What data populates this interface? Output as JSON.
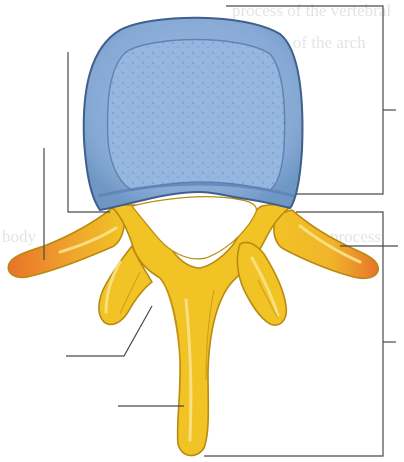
{
  "colors": {
    "background": "#ffffff",
    "body_fill": "#8fb1d9",
    "body_rim": "#6f97c4",
    "body_stroke": "#3f5f8c",
    "bone_fill": "#f1c325",
    "bone_highlight": "#f9e48a",
    "bone_stroke": "#b88a10",
    "process_tip": "#e8742a",
    "leader_line": "#4a4a4a"
  },
  "labels": [],
  "background_text": [
    "process of the vertebral",
    "foramen of the arch",
    "body",
    "process"
  ]
}
